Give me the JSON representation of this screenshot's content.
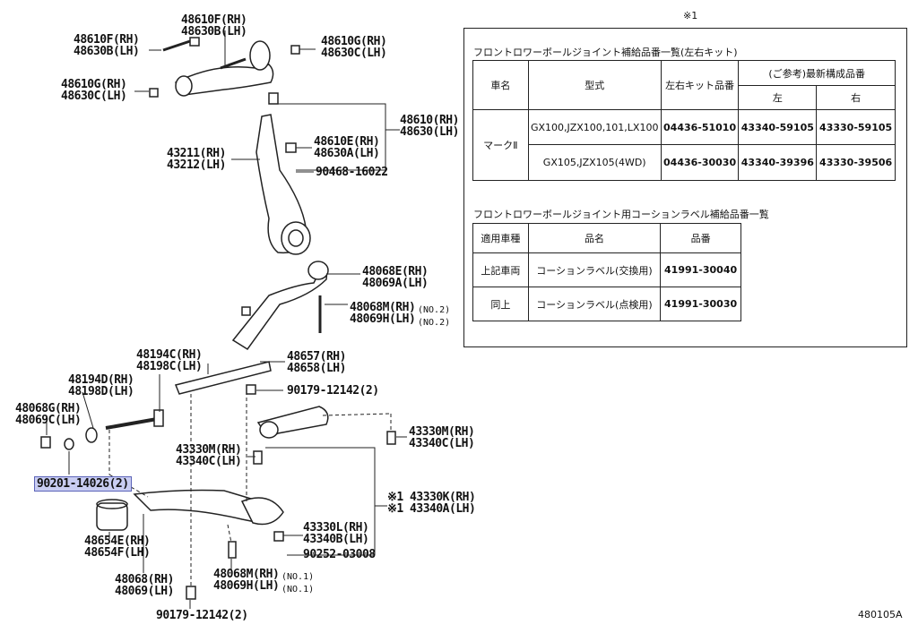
{
  "labels": {
    "p48610f": "48610F(RH)\n48630B(LH)",
    "p48610g_top": "48610G(RH)\n48630C(LH)",
    "p48610g_left": "48610G(RH)\n48630C(LH)",
    "p48610": "48610(RH)\n48630(LH)",
    "p48610e": "48610E(RH)\n48630A(LH)",
    "p43211": "43211(RH)\n43212(LH)",
    "p90468": "90468-16022",
    "p48068e": "48068E(RH)\n48069A(LH)",
    "p48068m_2": "48068M(RH)\n48069H(LH)",
    "no2a": "(NO.2)",
    "no2b": "(NO.2)",
    "p48194c": "48194C(RH)\n48198C(LH)",
    "p48657": "48657(RH)\n48658(LH)",
    "p48194d": "48194D(RH)\n48198D(LH)",
    "p48068g": "48068G(RH)\n48069C(LH)",
    "p90179_top": "90179-12142(2)",
    "p43330m_right": "43330M(RH)\n43340C(LH)",
    "p43330m_mid": "43330M(RH)\n43340C(LH)",
    "p90201": "90201-14026(2)",
    "p43330k": "※1 43330K(RH)\n※1 43340A(LH)",
    "p48654e": "48654E(RH)\n48654F(LH)",
    "p43330l": "43330L(RH)\n43340B(LH)",
    "p90252": "90252-03008",
    "p48068": "48068(RH)\n48069(LH)",
    "p48068m_1": "48068M(RH)\n48069H(LH)",
    "no1a": "(NO.1)",
    "no1b": "(NO.1)",
    "p90179_bottom": "90179-12142(2)",
    "figure_no": "480105A",
    "note_mark": "※1"
  },
  "table1": {
    "caption": "フロントロワーボールジョイント補給品番一覧(左右キット)",
    "header": {
      "col_car": "車名",
      "col_model": "型式",
      "col_kit": "左右キット品番",
      "col_ref": "(ご参考)最新構成品番",
      "col_left": "左",
      "col_right": "右"
    },
    "car_name": "マークⅡ",
    "rows": [
      {
        "model": "GX100,JZX100,101,LX100",
        "kit": "04436-51010",
        "left": "43340-59105",
        "right": "43330-59105"
      },
      {
        "model": "GX105,JZX105(4WD)",
        "kit": "04436-30030",
        "left": "43340-39396",
        "right": "43330-39506"
      }
    ]
  },
  "table2": {
    "caption": "フロントロワーボールジョイント用コーションラベル補給品番一覧",
    "header": {
      "col_vehicle": "適用車種",
      "col_name": "品名",
      "col_part": "品番"
    },
    "rows": [
      {
        "vehicle": "上記車両",
        "name": "コーションラベル(交換用)",
        "part": "41991-30040"
      },
      {
        "vehicle": "同上",
        "name": "コーションラベル(点検用)",
        "part": "41991-30030"
      }
    ]
  }
}
